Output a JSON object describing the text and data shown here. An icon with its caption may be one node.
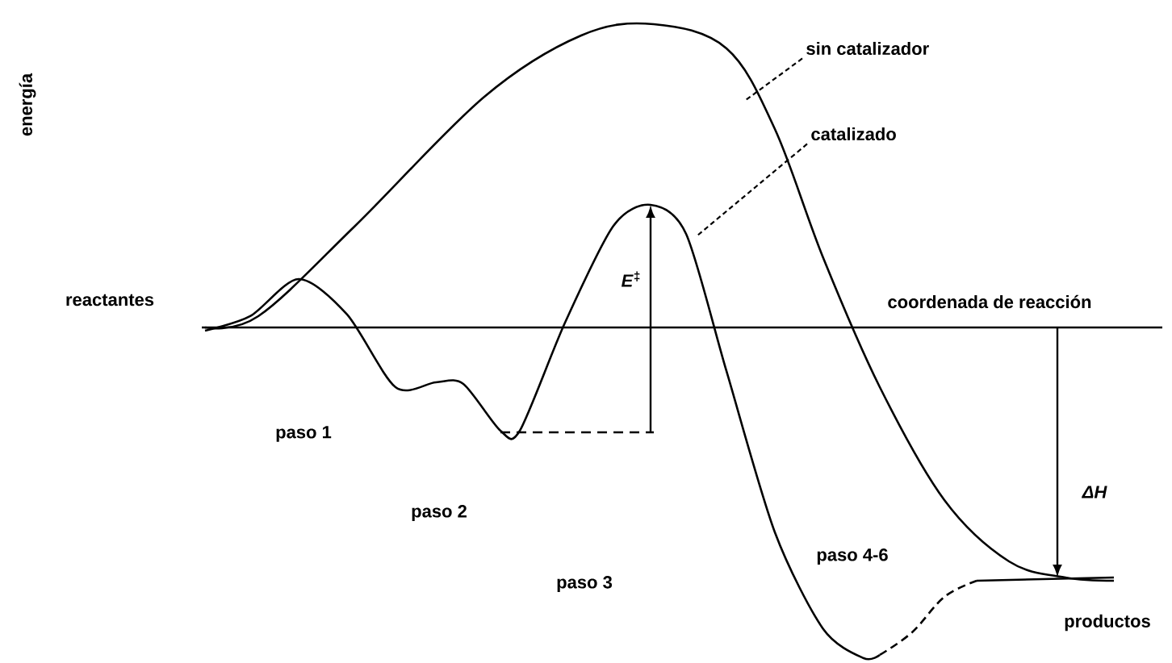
{
  "diagram": {
    "nodes": [
      {
        "text": [
          "sin catalizador"
        ]
      },
      {
        "text": [
          "catalizado"
        ]
      }
    ],
    "edges": [
      {
        "from": 0,
        "to": null,
        "arrow": "none",
        "style": "dashed"
      },
      {
        "from": 1,
        "to": null,
        "arrow": "none",
        "style": "dashed"
      }
    ],
    "labels": [
      "energía",
      "reactantes",
      "coordenada de reacción",
      "*E*$^{‡}$",
      "paso 1",
      "paso 2",
      "paso 3",
      "paso 4-6",
      "ΔH",
      "productos"
    ]
  }
}
